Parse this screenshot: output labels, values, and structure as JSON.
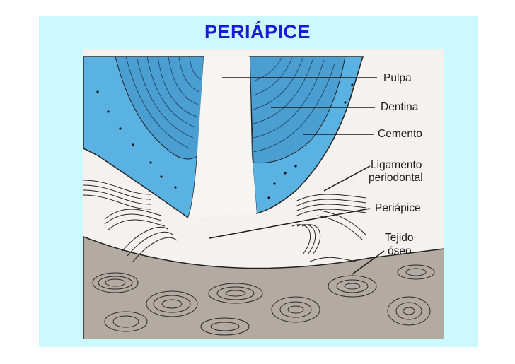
{
  "title": "PERIÁPICE",
  "colors": {
    "slide_background": "#ccf9ff",
    "title": "#1a1ad8",
    "enamel_blue": "#5ab2e2",
    "dentin_blue": "#4a9ed2",
    "bone_gray": "#b3aba2"
  },
  "labels": {
    "pulpa": "Pulpa",
    "dentina": "Dentina",
    "cemento": "Cemento",
    "ligamento_1": "Ligamento",
    "ligamento_2": "periodontal",
    "periapice": "Periápice",
    "tejido_1": "Tejido",
    "tejido_2": "óseo"
  }
}
